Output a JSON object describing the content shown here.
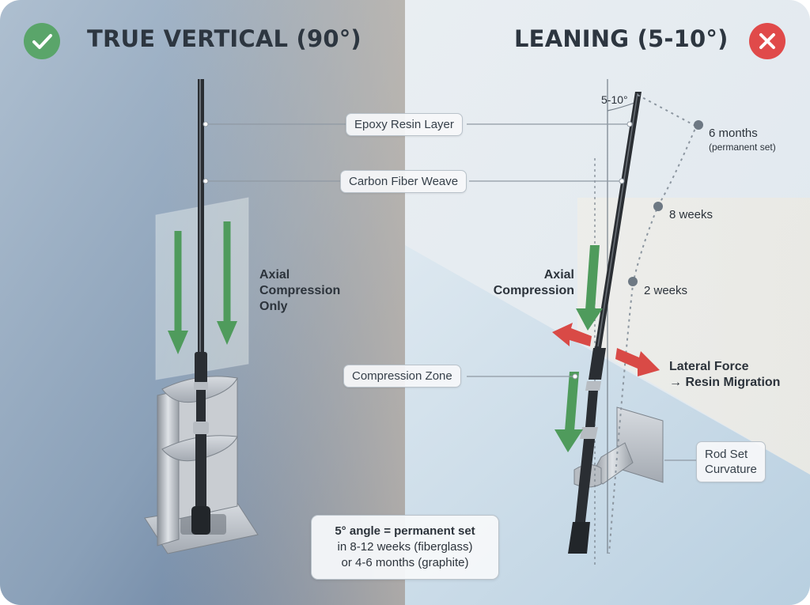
{
  "left_panel": {
    "title": "TRUE VERTICAL (90°)",
    "status_icon": "check-icon",
    "status_color": "#5aa56a",
    "label_axial_lines": [
      "Axial",
      "Compression",
      "Only"
    ]
  },
  "right_panel": {
    "title": "LEANING (5-10°)",
    "status_icon": "x-icon",
    "status_color": "#e04a4a",
    "angle_label": "5-10°",
    "label_axial_lines": [
      "Axial",
      "Compression"
    ],
    "lateral_lines": [
      "Lateral Force",
      "→ Resin Migration"
    ],
    "timeline": [
      {
        "label": "6 months",
        "sublabel": "(permanent set)"
      },
      {
        "label": "8 weeks"
      },
      {
        "label": "2 weeks"
      }
    ],
    "rod_set_lines": [
      "Rod Set",
      "Curvature"
    ]
  },
  "callouts": {
    "epoxy": "Epoxy Resin Layer",
    "carbon": "Carbon Fiber Weave",
    "compression": "Compression Zone"
  },
  "note_lines": [
    "5° angle = permanent set",
    "in 8-12 weeks (fiberglass)",
    "or 4-6 months (graphite)"
  ],
  "colors": {
    "arrow_green": "#4f9b5c",
    "arrow_red": "#d94a46",
    "rod_dark": "#2a2e33"
  }
}
